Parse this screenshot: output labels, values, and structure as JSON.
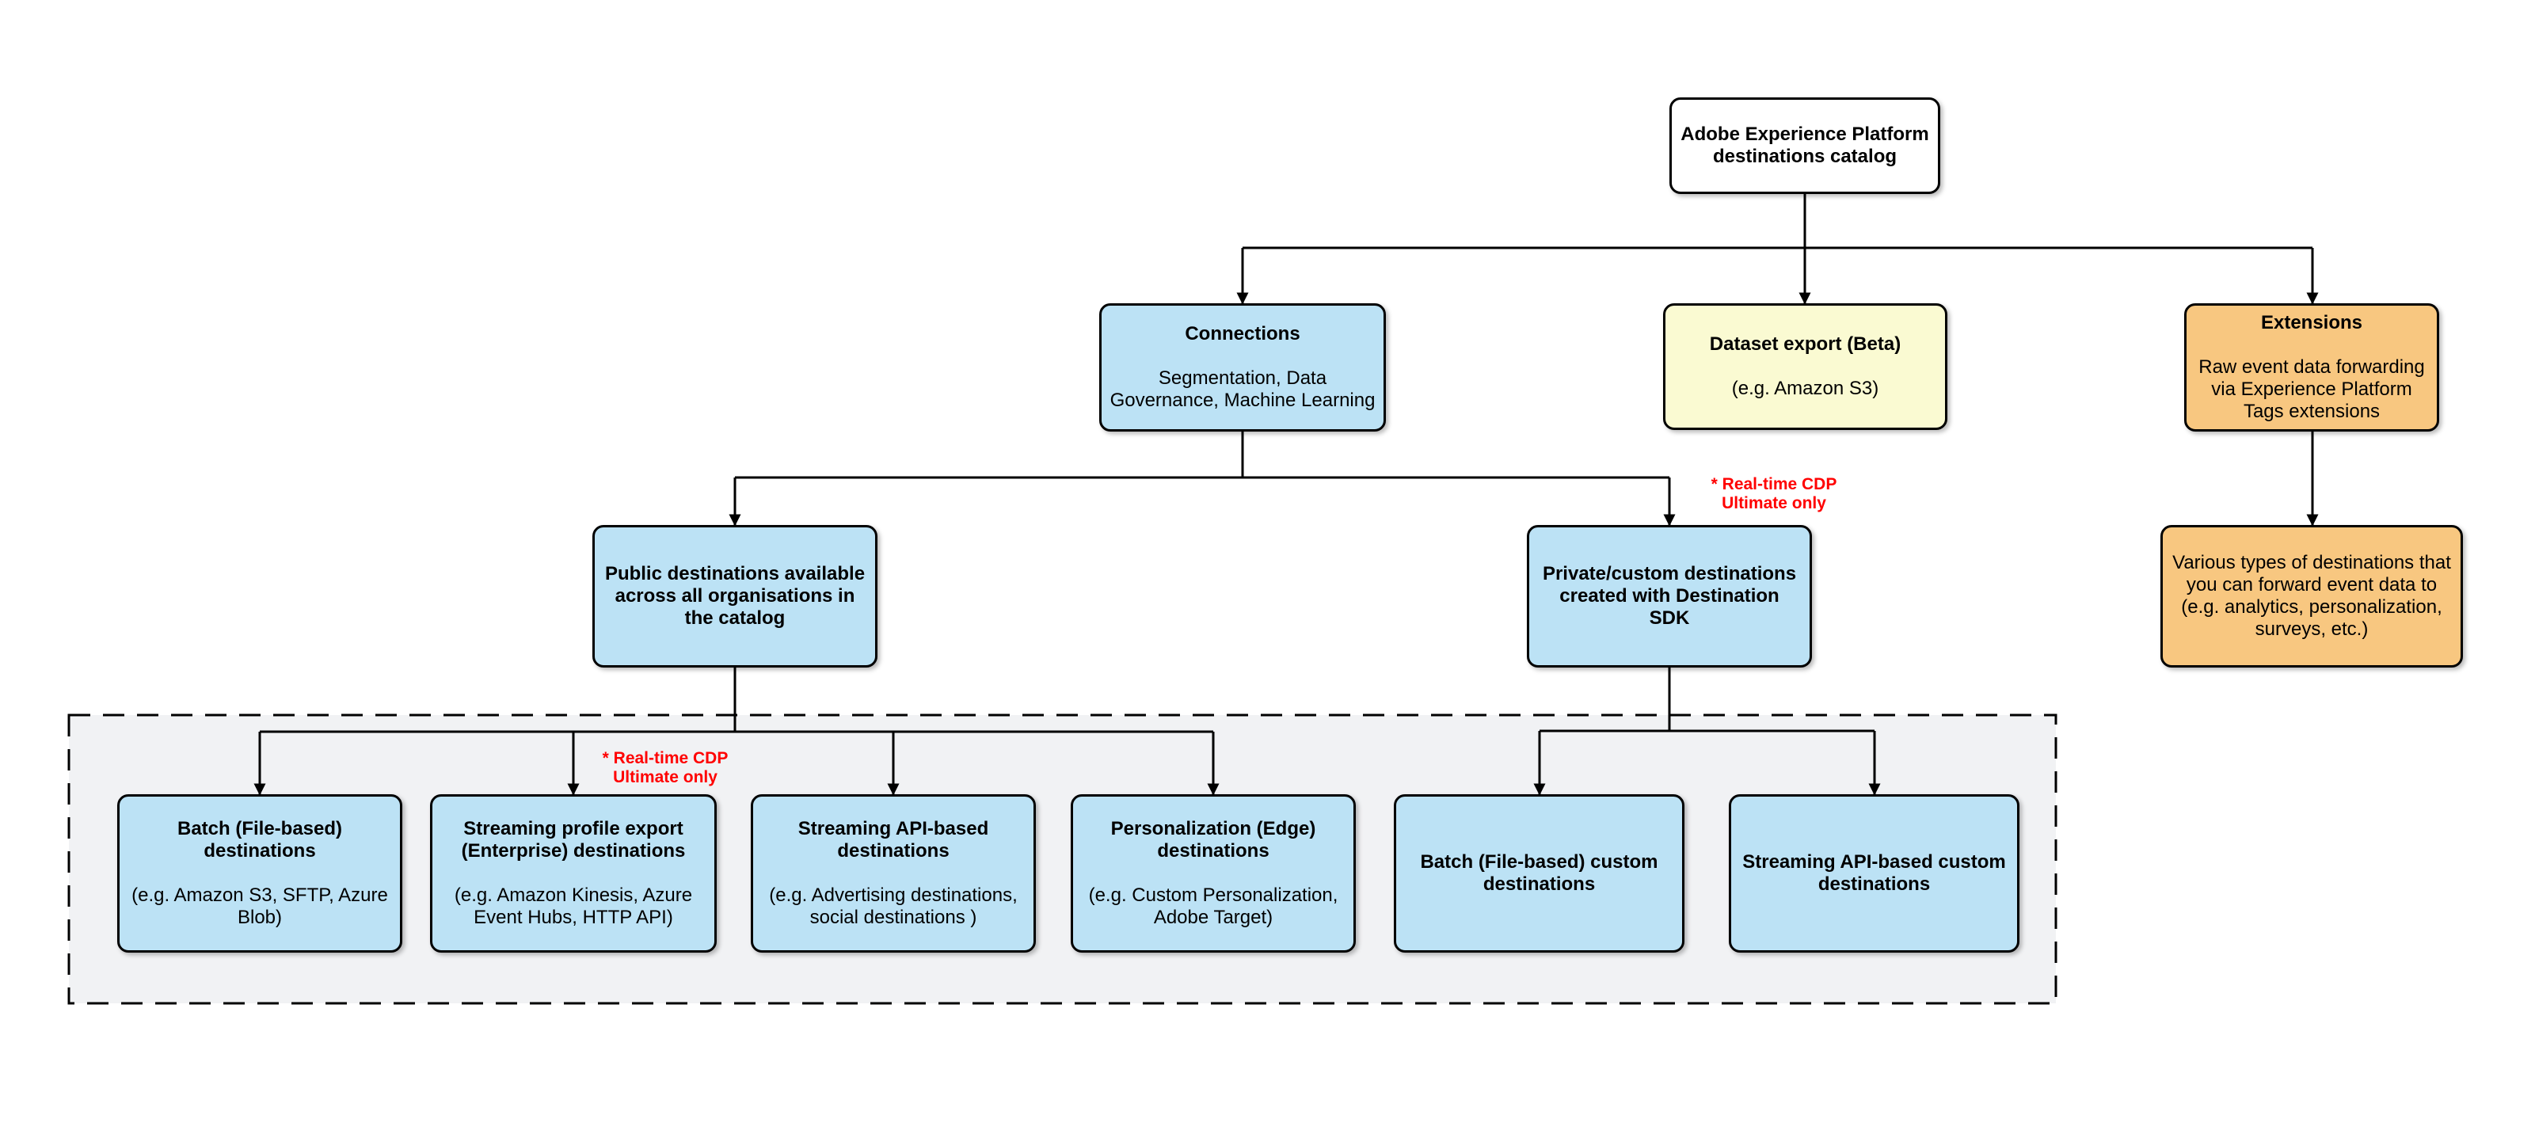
{
  "colors": {
    "node_blue": "#BCE2F5",
    "node_yellow": "#FAFAD2",
    "node_orange": "#F8C780",
    "container_gray": "#F1F2F4",
    "annotation_red": "#FF0000",
    "border_black": "#000000",
    "canvas_white": "#FFFFFF"
  },
  "diagram": {
    "nodes": {
      "root": {
        "title": "Adobe Experience Platform\ndestinations catalog"
      },
      "connections": {
        "title": "Connections",
        "body": "Segmentation, Data\nGovernance, Machine Learning"
      },
      "dataset_export": {
        "title": "Dataset export (Beta)",
        "body": "(e.g. Amazon S3)"
      },
      "extensions": {
        "title": "Extensions",
        "body": "Raw event data forwarding\nvia Experience Platform\nTags extensions"
      },
      "public_destinations": {
        "title": "Public destinations available\nacross all organisations in\nthe catalog"
      },
      "private_destinations": {
        "title": "Private/custom destinations\ncreated with Destination SDK"
      },
      "various_types": {
        "body": "Various types of destinations that\nyou can forward event data to\n(e.g. analytics, personalization,\nsurveys, etc.)"
      },
      "batch_file_based": {
        "title": "Batch (File-based)\ndestinations",
        "body": "(e.g. Amazon S3, SFTP, Azure\nBlob)"
      },
      "streaming_profile_export": {
        "title": "Streaming profile export\n(Enterprise) destinations",
        "body": "(e.g. Amazon Kinesis, Azure\nEvent Hubs, HTTP API)"
      },
      "streaming_api": {
        "title": "Streaming API-based\ndestinations",
        "body": "(e.g. Advertising destinations,\nsocial destinations )"
      },
      "personalization_edge": {
        "title": "Personalization (Edge)\ndestinations",
        "body": "(e.g. Custom Personalization,\nAdobe Target)"
      },
      "batch_custom": {
        "title": "Batch (File-based) custom\ndestinations"
      },
      "streaming_api_custom": {
        "title": "Streaming API-based custom\ndestinations"
      }
    },
    "annotations": {
      "private_note": "* Real-time CDP\nUltimate only",
      "streaming_profile_note": "* Real-time CDP\nUltimate only"
    }
  }
}
